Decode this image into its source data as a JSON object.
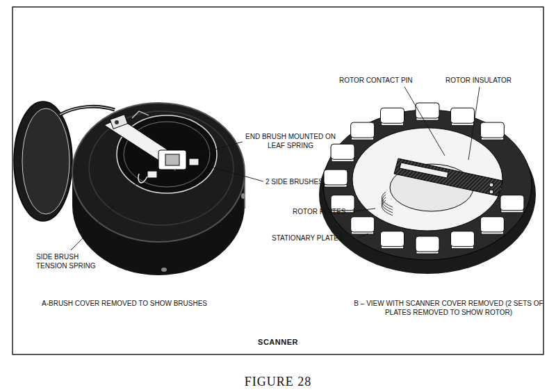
{
  "diagram": {
    "title": "SCANNER",
    "caption": "FIGURE 28",
    "labels": [
      "ROTOR CONTACT PIN",
      "ROTOR INSULATOR",
      "END BRUSH MOUNTED ON LEAF SPRING",
      "2 SIDE BRUSHES",
      "ROTOR PLATES",
      "STATIONARY PLATES",
      "SIDE BRUSH TENSION SPRING",
      "A-BRUSH COVER REMOVED TO SHOW BRUSHES",
      "B – VIEW WITH SCANNER COVER REMOVED (2 SETS OF PLATES REMOVED TO SHOW ROTOR)"
    ]
  }
}
